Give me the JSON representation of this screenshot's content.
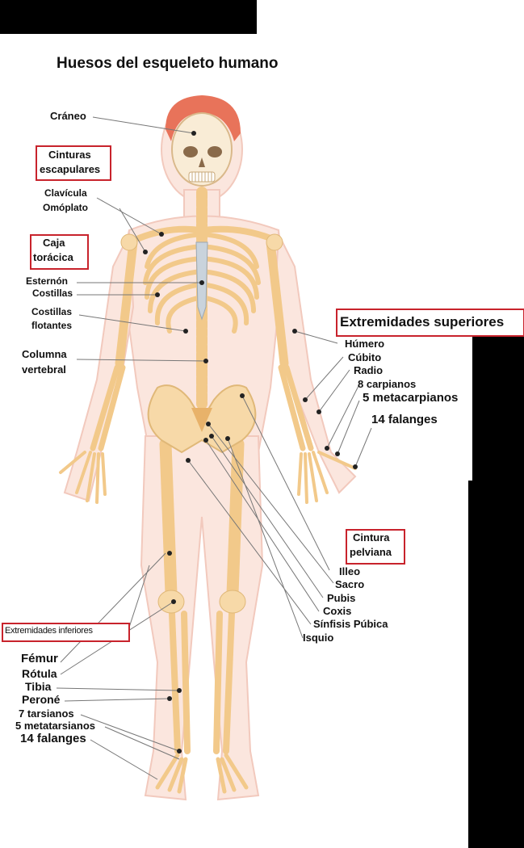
{
  "title": "Huesos del esqueleto humano",
  "colors": {
    "box_border": "#c8232c",
    "bone": "#f7d9a8",
    "body": "#fbe3dc",
    "leader": "#777777"
  },
  "labels": {
    "craneo": "Cráneo",
    "cinturas_escapulares_1": "Cinturas",
    "cinturas_escapulares_2": "escapulares",
    "clavicula": "Clavícula",
    "omoplato": "Omóplato",
    "caja_toracica_1": "Caja",
    "caja_toracica_2": "torácica",
    "esternon": "Esternón",
    "costillas": "Costillas",
    "costillas_flotantes_1": "Costillas",
    "costillas_flotantes_2": "flotantes",
    "columna_vertebral_1": "Columna",
    "columna_vertebral_2": "vertebral",
    "extremidades_superiores": "Extremidades superiores",
    "humero": "Húmero",
    "cubito": "Cúbito",
    "radio": "Radio",
    "carpianos": "8 carpianos",
    "metacarpianos": "5 metacarpianos",
    "falanges_mano": "14 falanges",
    "cintura_pelviana_1": "Cintura",
    "cintura_pelviana_2": "pelviana",
    "ilion": "Illeo",
    "sacro": "Sacro",
    "pubis": "Pubis",
    "coxis": "Coxis",
    "sinfisis": "Sínfisis Púbica",
    "isquio": "Isquio",
    "extremidades_inferiores": "Extremidades inferiores",
    "femur": "Fémur",
    "rotula": "Rótula",
    "tibia": "Tibia",
    "perone": "Peroné",
    "tarsianos": "7 tarsianos",
    "metatarsianos": "5 metatarsianos",
    "falanges_pie": "14 falanges"
  }
}
